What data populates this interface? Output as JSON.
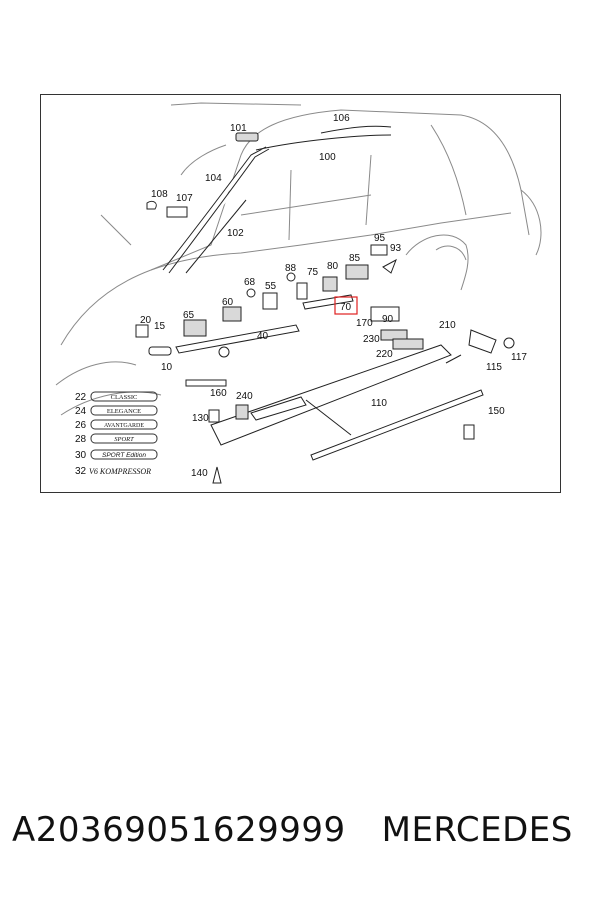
{
  "diagram": {
    "callouts": {
      "c101": "101",
      "c106": "106",
      "c100": "100",
      "c104": "104",
      "c108": "108",
      "c107": "107",
      "c102": "102",
      "c95": "95",
      "c93": "93",
      "c85": "85",
      "c80": "80",
      "c75": "75",
      "c88": "88",
      "c68": "68",
      "c55": "55",
      "c60": "60",
      "c65": "65",
      "c20": "20",
      "c15": "15",
      "c40": "40",
      "c70": "70",
      "c90": "90",
      "c170": "170",
      "c230": "230",
      "c220": "220",
      "c210": "210",
      "c117": "117",
      "c115": "115",
      "c10": "10",
      "c160": "160",
      "c240": "240",
      "c130": "130",
      "c110": "110",
      "c150": "150",
      "c140": "140"
    },
    "highlighted_callout": "70",
    "highlight_color": "#e02020",
    "badges": [
      {
        "num": "22",
        "text": "CLASSIC"
      },
      {
        "num": "24",
        "text": "ELEGANCE"
      },
      {
        "num": "26",
        "text": "AVANTGARDE"
      },
      {
        "num": "28",
        "text": "SPORT"
      },
      {
        "num": "30",
        "text": "SPORT Edition"
      },
      {
        "num": "32",
        "text": "V6 KOMPRESSOR"
      }
    ]
  },
  "footer": {
    "part_number": "A20369051629999",
    "brand": "MERCEDES"
  }
}
